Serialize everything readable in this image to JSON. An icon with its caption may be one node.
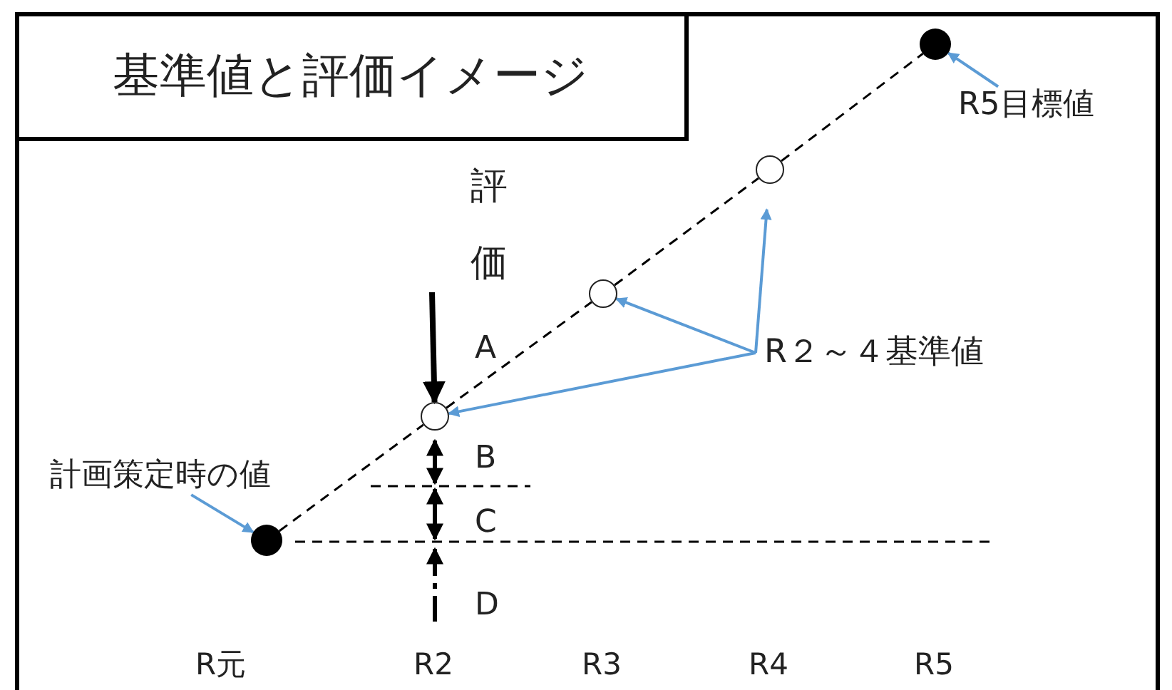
{
  "diagram": {
    "title": "基準値と評価イメージ",
    "nodes": [
      {
        "text": [],
        "shape": "circle"
      },
      {
        "text": [],
        "shape": "circle"
      },
      {
        "text": [],
        "shape": "circle"
      },
      {
        "text": [],
        "shape": "circle"
      },
      {
        "text": [],
        "shape": "circle"
      },
      {
        "text": [
          "計画策定時の値"
        ]
      },
      {
        "text": [
          "R5目標値"
        ]
      },
      {
        "text": [
          "R２～４基準値"
        ]
      }
    ],
    "edges": [
      {
        "from": 0,
        "to": 1,
        "arrow": "none",
        "style": "dashed"
      },
      {
        "from": 1,
        "to": 2,
        "arrow": "none",
        "style": "dashed"
      },
      {
        "from": 2,
        "to": 3,
        "arrow": "none",
        "style": "dashed"
      },
      {
        "from": 3,
        "to": 4,
        "arrow": "none",
        "style": "dashed"
      },
      {
        "from": 5,
        "to": 0,
        "arrow": "to",
        "color": "#5b9bd5"
      },
      {
        "from": 6,
        "to": 4,
        "arrow": "to",
        "color": "#5b9bd5"
      },
      {
        "from": 7,
        "to": 1,
        "arrow": "to",
        "color": "#5b9bd5"
      },
      {
        "from": 7,
        "to": 2,
        "arrow": "to",
        "color": "#5b9bd5"
      },
      {
        "from": 7,
        "to": 3,
        "arrow": "to",
        "color": "#5b9bd5"
      },
      {
        "from": null,
        "to": 1,
        "arrow": "to",
        "style": "thick"
      }
    ],
    "labels": [
      "評価",
      "A",
      "B",
      "C",
      "D",
      "R元",
      "R2",
      "R3",
      "R4",
      "R5"
    ]
  }
}
